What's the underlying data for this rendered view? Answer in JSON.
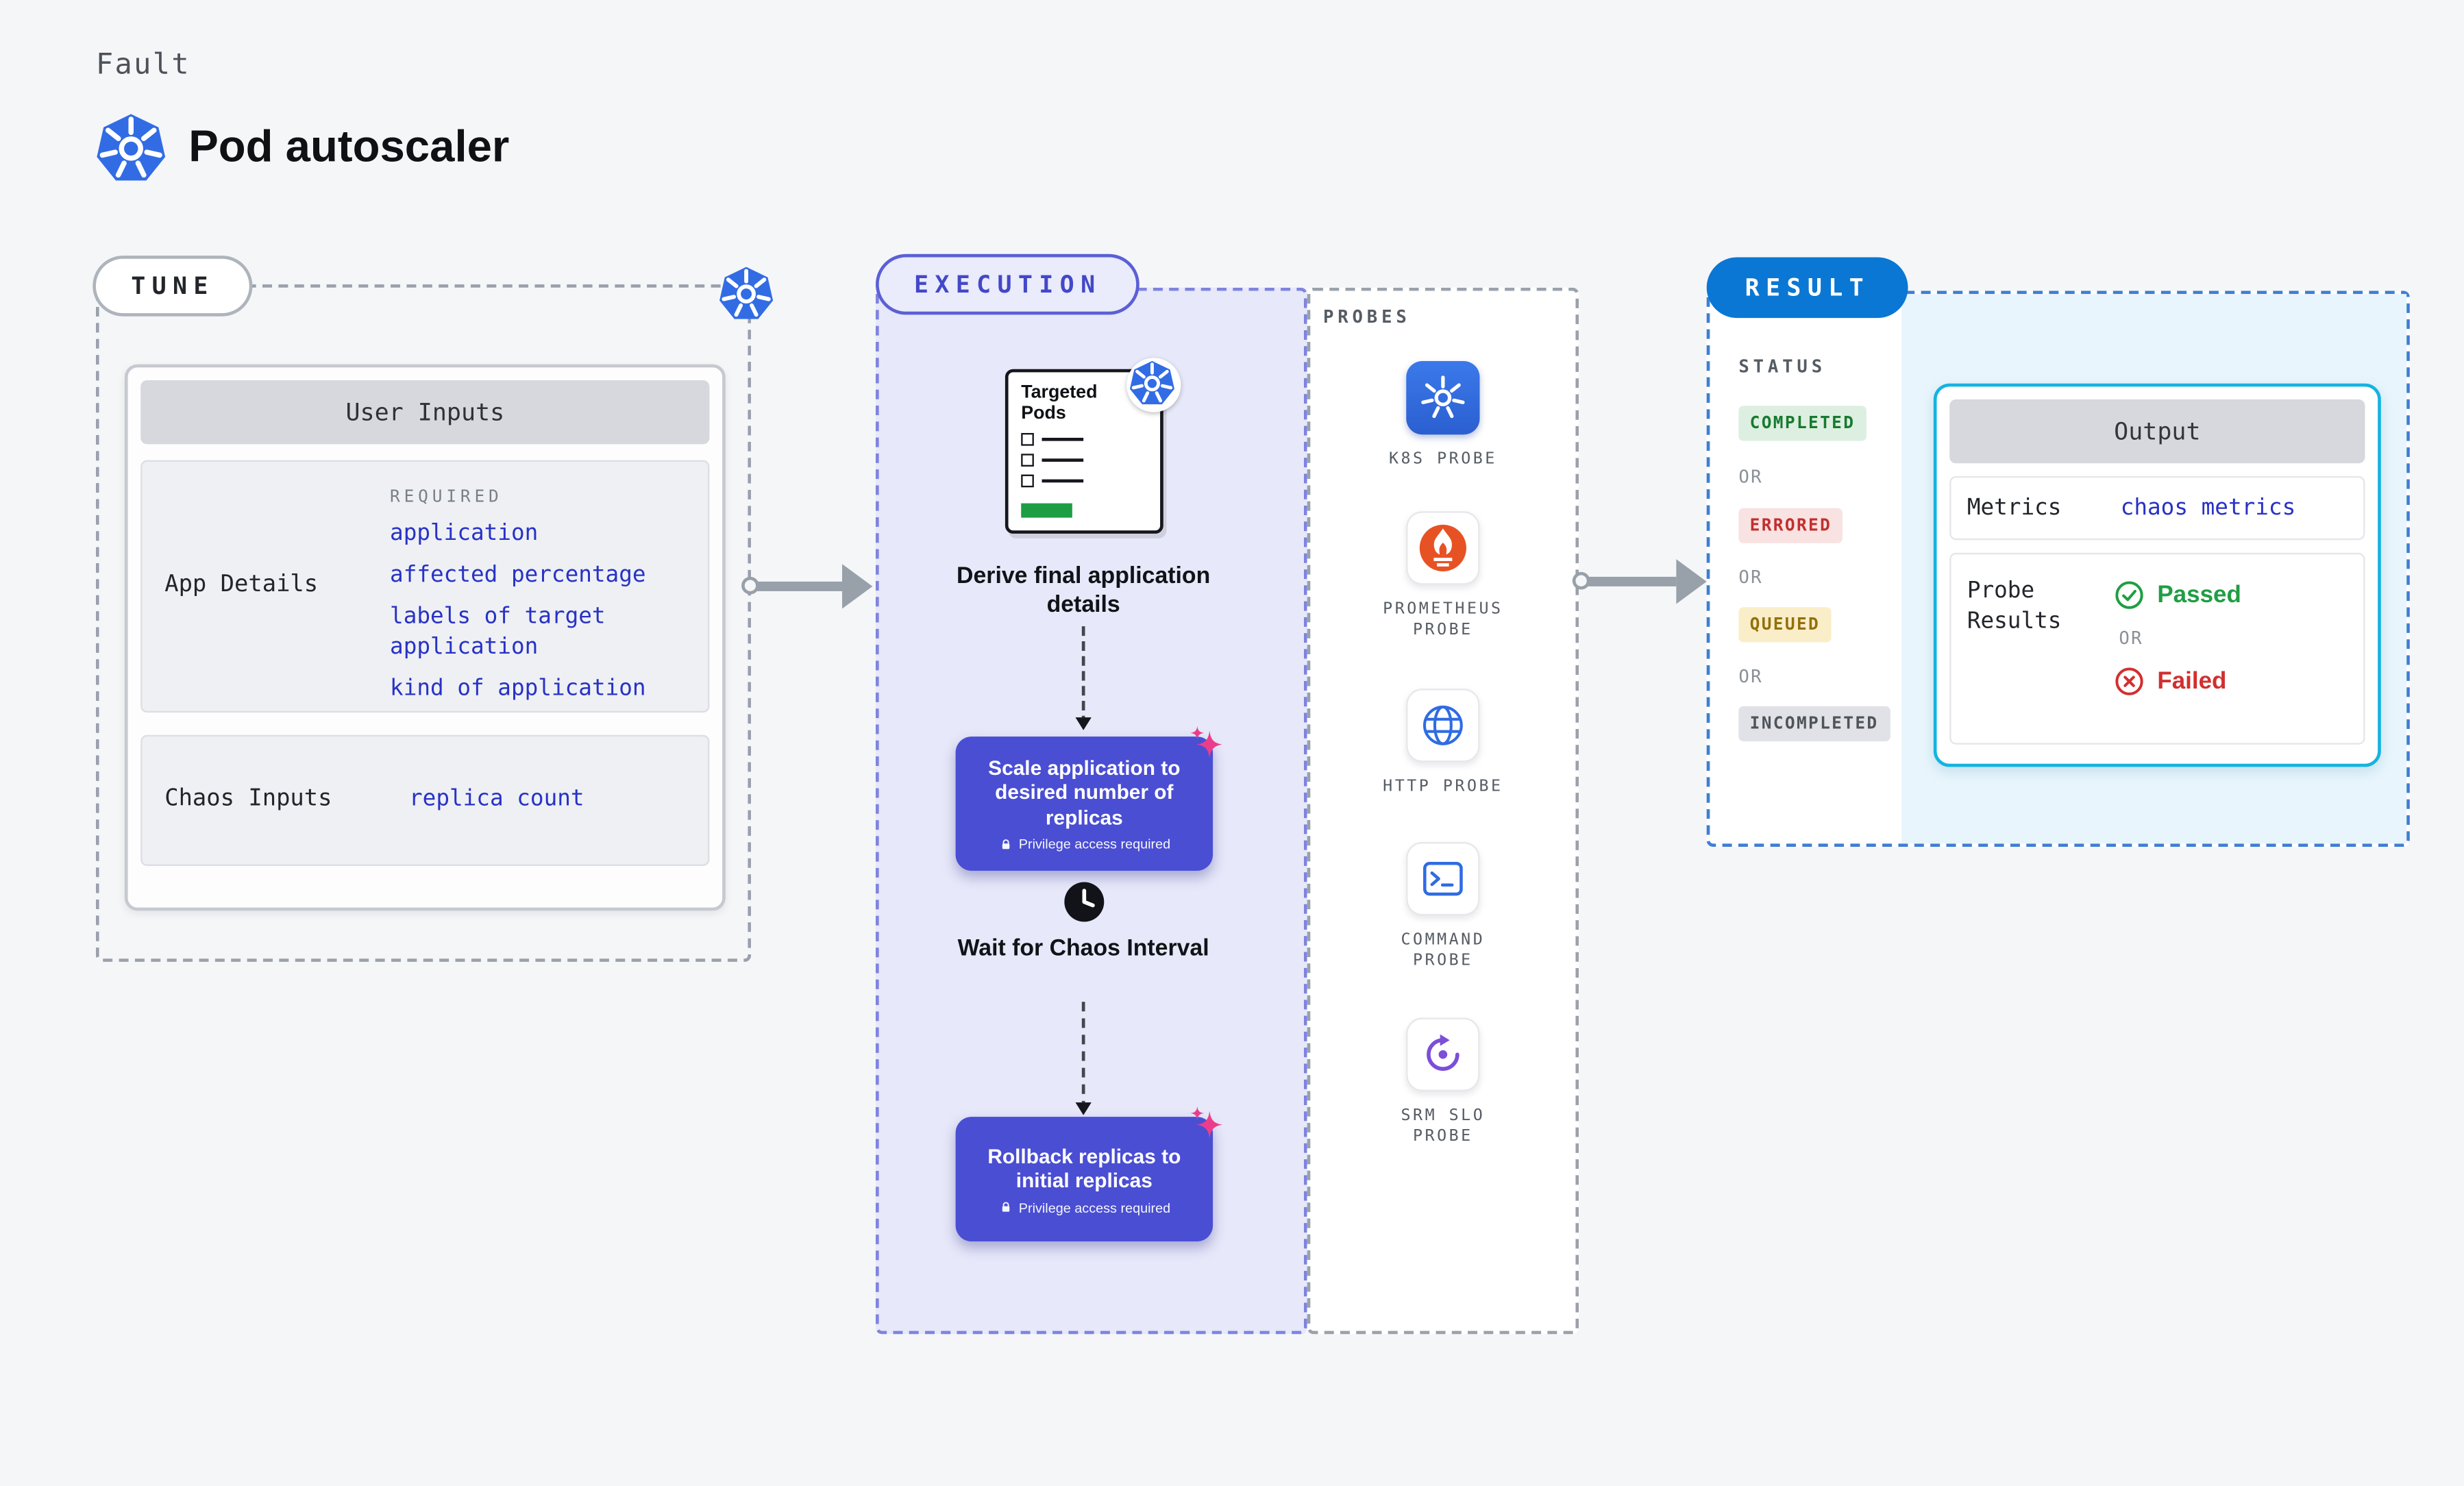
{
  "header": {
    "fault_label": "Fault",
    "title": "Pod autoscaler"
  },
  "tune": {
    "label": "TUNE",
    "card_title": "User Inputs",
    "required_label": "REQUIRED",
    "app_details": {
      "label": "App Details",
      "values": [
        "application",
        "affected percentage",
        "labels of target application",
        "kind of application"
      ]
    },
    "chaos_inputs": {
      "label": "Chaos Inputs",
      "value": "replica count"
    }
  },
  "execution": {
    "label": "EXECUTION",
    "targeted_pods_label": "Targeted Pods",
    "derive_step": "Derive final application details",
    "scale_step": "Scale application to desired number of replicas",
    "wait_step": "Wait for Chaos Interval",
    "rollback_step": "Rollback replicas to initial replicas",
    "privilege_note": "Privilege access required"
  },
  "probes": {
    "label": "PROBES",
    "items": [
      {
        "name": "K8S PROBE",
        "icon": "kubernetes-icon"
      },
      {
        "name": "PROMETHEUS PROBE",
        "icon": "prometheus-icon"
      },
      {
        "name": "HTTP PROBE",
        "icon": "globe-icon"
      },
      {
        "name": "COMMAND PROBE",
        "icon": "terminal-icon"
      },
      {
        "name": "SRM SLO PROBE",
        "icon": "srm-icon"
      }
    ]
  },
  "result": {
    "label": "RESULT",
    "status_label": "STATUS",
    "or_label": "OR",
    "badges": [
      {
        "text": "COMPLETED",
        "type": "completed"
      },
      {
        "text": "ERRORED",
        "type": "errored"
      },
      {
        "text": "QUEUED",
        "type": "queued"
      },
      {
        "text": "INCOMPLETED",
        "type": "incompleted"
      }
    ],
    "output": {
      "title": "Output",
      "metrics_label": "Metrics",
      "metrics_value": "chaos metrics",
      "probe_results_label": "Probe Results",
      "passed_label": "Passed",
      "failed_label": "Failed"
    }
  },
  "colors": {
    "accent_indigo": "#4a4ed3",
    "link_blue": "#2832c5",
    "result_blue": "#0a77d4",
    "cyan_border": "#15b3e0",
    "success_green": "#1f9e43",
    "error_red": "#d22f2f",
    "sparkle_pink": "#ea3e8c",
    "kubernetes_blue": "#326ce5",
    "prometheus_orange": "#e75225"
  }
}
